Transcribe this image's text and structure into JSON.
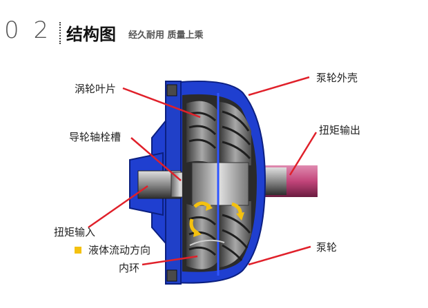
{
  "header": {
    "number": "0 2",
    "title": "结构图",
    "subtitle": "经久耐用  质量上乘"
  },
  "labels": {
    "turbine_blade": "涡轮叶片",
    "stator_spline": "导轮轴栓槽",
    "torque_input": "扭矩输入",
    "inner_ring": "内环",
    "pump_shell": "泵轮外壳",
    "torque_output": "扭矩输出",
    "pump": "泵轮"
  },
  "legend": {
    "fluid_direction": "液体流动方向",
    "color": "#f4c10f"
  },
  "colors": {
    "housing_blue": "#1f3fd0",
    "pointer_red": "#e0202a",
    "output_shaft": "#c2457a",
    "fluid_arrow": "#f4c10f"
  }
}
